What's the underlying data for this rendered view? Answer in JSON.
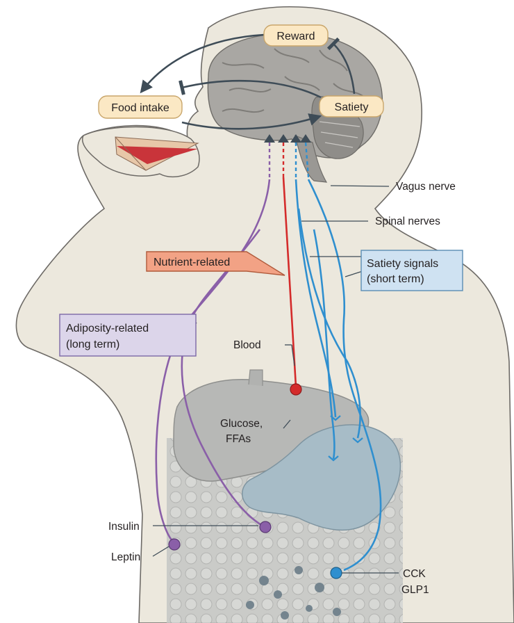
{
  "colors": {
    "body": "#ece8dd",
    "body_outline": "#6d6a66",
    "brain": "#a9a7a3",
    "brain_dark": "#7e7c78",
    "organs": "#b7b8b6",
    "stomach": "#a7bcc7",
    "arrow_dark": "#3e4c57",
    "blood": "#d42b2b",
    "adiposity": "#8a5fa8",
    "satiety_nerve": "#2f8fcf",
    "box_tan": "#fbe8c4",
    "box_salmon": "#f2a285",
    "box_blue": "#cfe2f2",
    "box_purple": "#dcd5ea"
  },
  "brain_labels": {
    "reward": "Reward",
    "food_intake": "Food intake",
    "satiety": "Satiety"
  },
  "signal_boxes": {
    "nutrient": "Nutrient-related",
    "satiety_line1": "Satiety signals",
    "satiety_line2": "(short term)",
    "adiposity_line1": "Adiposity-related",
    "adiposity_line2": "(long term)"
  },
  "callouts": {
    "vagus": "Vagus nerve",
    "spinal": "Spinal nerves",
    "blood": "Blood",
    "glucose_line1": "Glucose,",
    "glucose_line2": "FFAs",
    "insulin": "Insulin",
    "leptin": "Leptin",
    "cck": "CCK",
    "glp1": "GLP1"
  },
  "icons": [
    "brain-illustration",
    "sandwich-icon",
    "hand-icon",
    "liver-illustration",
    "stomach-illustration",
    "intestine-illustration"
  ]
}
